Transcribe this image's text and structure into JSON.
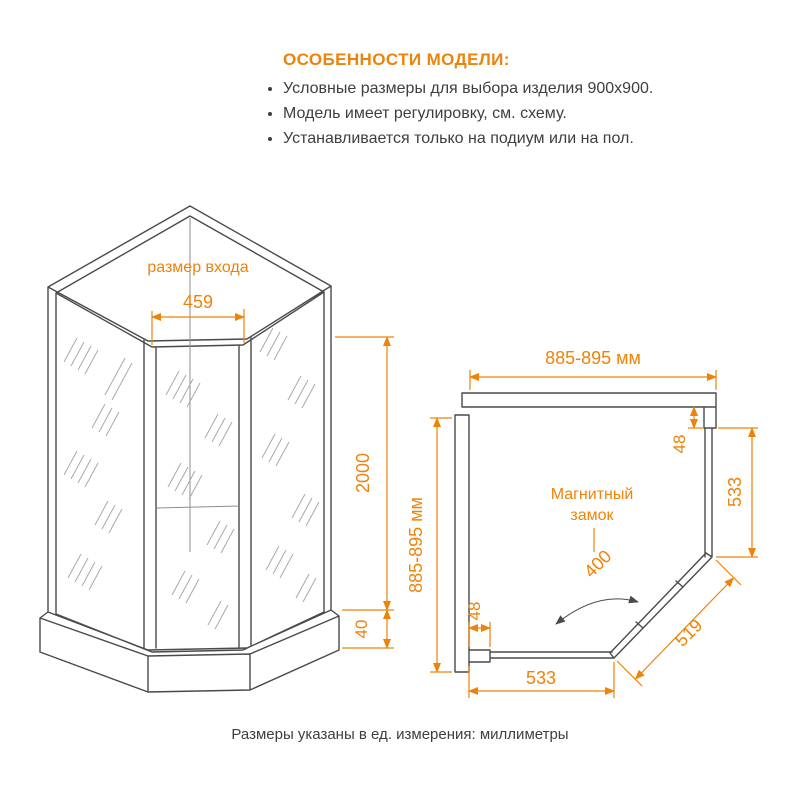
{
  "colors": {
    "accent": "#EE8309",
    "line": "#4a4a4a"
  },
  "features": {
    "title": "ОСОБЕННОСТИ МОДЕЛИ:",
    "bullets": [
      "Условные размеры для выбора изделия 900x900.",
      "Модель имеет регулировку, см. схему.",
      "Устанавливается только на подиум или на пол."
    ]
  },
  "front_view": {
    "entrance_label": "размер входа",
    "entrance_width": "459",
    "height": "2000",
    "tray_height": "40"
  },
  "plan_view": {
    "width": "885-895 мм",
    "depth": "885-895 мм",
    "profile_top": "48",
    "profile_bottom": "48",
    "right_panel": "533",
    "bottom_panel": "533",
    "door_diagonal": "519",
    "door_opening": "400",
    "magnet_line1": "Магнитный",
    "magnet_line2": "замок"
  },
  "footer": {
    "note": "Размеры указаны в ед. измерения: миллиметры"
  }
}
